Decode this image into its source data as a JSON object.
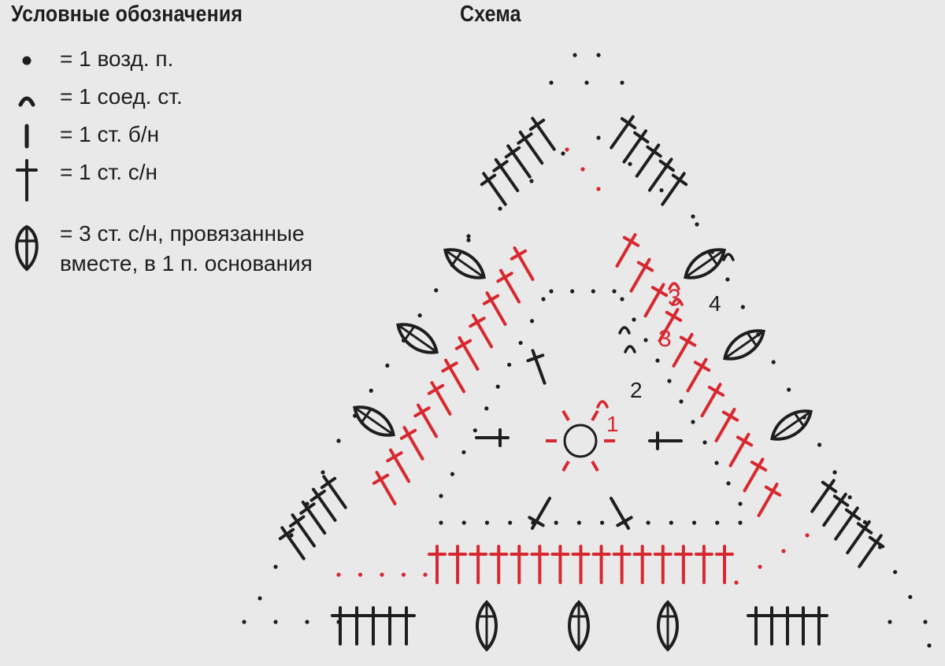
{
  "legend": {
    "title": "Условные обозначения",
    "items": [
      {
        "icon": "chain-dot-icon",
        "text": "= 1 возд. п."
      },
      {
        "icon": "slip-stitch-icon",
        "text": "= 1 соед. ст."
      },
      {
        "icon": "single-crochet-icon",
        "text": "= 1 ст. б/н"
      },
      {
        "icon": "double-crochet-icon",
        "text": "= 1 ст. с/н"
      },
      {
        "icon": "cluster-3dc-icon",
        "text": "= 3 ст. с/н, провязанные",
        "text2": "вместе, в 1 п. основания"
      }
    ]
  },
  "scheme": {
    "title": "Схема",
    "round_labels": [
      "1",
      "2",
      "3",
      "3",
      "4"
    ],
    "colors": {
      "black": "#1e1e1e",
      "red": "#d8282f"
    }
  }
}
